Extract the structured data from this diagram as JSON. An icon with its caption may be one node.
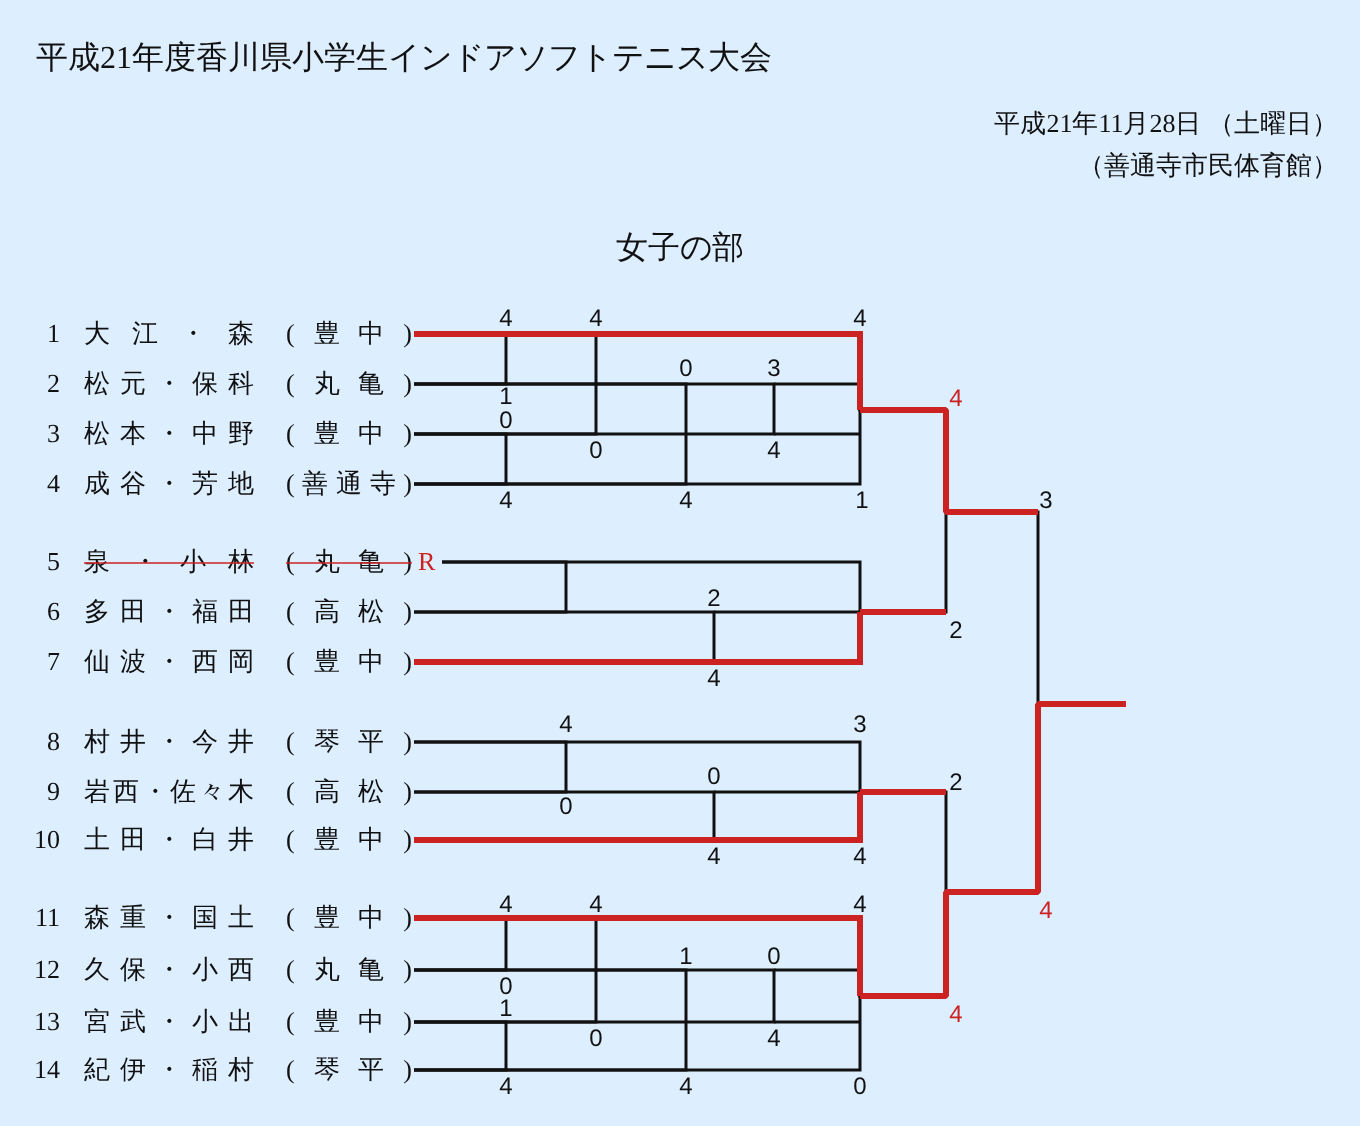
{
  "diagram": {
    "title": "平成21年度香川県小学生インドアソフトテニス大会",
    "nodes": [
      {
        "text": [
          "1",
          "大江・森",
          "(豊中)"
        ]
      },
      {
        "text": [
          "2",
          "松元・保科",
          "(丸亀)"
        ]
      },
      {
        "text": [
          "3",
          "松本・中野",
          "(豊中)"
        ]
      },
      {
        "text": [
          "4",
          "成谷・芳地",
          "(善通寺)"
        ]
      },
      {
        "text": [
          "5",
          "泉・小林",
          "(丸亀)"
        ],
        "beside": [
          "R"
        ]
      },
      {
        "text": [
          "6",
          "多田・福田",
          "(高松)"
        ]
      },
      {
        "text": [
          "7",
          "仙波・西岡",
          "(豊中)"
        ]
      },
      {
        "text": [
          "8",
          "村井・今井",
          "(琴平)"
        ]
      },
      {
        "text": [
          "9",
          "岩西・佐々木",
          "(高松)"
        ]
      },
      {
        "text": [
          "10",
          "土田・白井",
          "(豊中)"
        ]
      },
      {
        "text": [
          "11",
          "森重・国土",
          "(豊中)"
        ]
      },
      {
        "text": [
          "12",
          "久保・小西",
          "(丸亀)"
        ]
      },
      {
        "text": [
          "13",
          "宮武・小出",
          "(豊中)"
        ]
      },
      {
        "text": [
          "14",
          "紀伊・稲村",
          "(琴平)"
        ]
      }
    ],
    "edges": [
      {
        "from": 0,
        "to": 1,
        "arrow": "none"
      },
      {
        "from": 2,
        "to": 3,
        "arrow": "none"
      },
      {
        "from": 0,
        "to": 2,
        "arrow": "none"
      },
      {
        "from": 1,
        "to": 3,
        "arrow": "none"
      },
      {
        "from": 1,
        "to": 2,
        "arrow": "none"
      },
      {
        "from": 0,
        "to": 3,
        "arrow": "none"
      },
      {
        "from": 4,
        "to": 5,
        "arrow": "none"
      },
      {
        "from": 5,
        "to": 6,
        "arrow": "none"
      },
      {
        "from": 4,
        "to": 6,
        "arrow": "none"
      },
      {
        "from": 7,
        "to": 8,
        "arrow": "none"
      },
      {
        "from": 8,
        "to": 9,
        "arrow": "none"
      },
      {
        "from": 7,
        "to": 9,
        "arrow": "none"
      },
      {
        "from": 10,
        "to": 11,
        "arrow": "none"
      },
      {
        "from": 12,
        "to": 13,
        "arrow": "none"
      },
      {
        "from": 10,
        "to": 12,
        "arrow": "none"
      },
      {
        "from": 11,
        "to": 13,
        "arrow": "none"
      },
      {
        "from": 11,
        "to": 12,
        "arrow": "none"
      },
      {
        "from": 10,
        "to": 13,
        "arrow": "none"
      },
      {
        "from": 0,
        "to": 6,
        "arrow": "none"
      },
      {
        "from": 9,
        "to": 10,
        "arrow": "none"
      },
      {
        "from": 0,
        "to": 10,
        "arrow": "none"
      }
    ],
    "labels": [
      "平成21年11月28日 （土曜日）",
      "（善通寺市民体育館）",
      "女子の部",
      "4",
      "4",
      "4",
      "0",
      "3",
      "1",
      "4",
      "0",
      "0",
      "4",
      "4",
      "4",
      "1",
      "3",
      "2",
      "2",
      "4",
      "4",
      "3",
      "0",
      "2",
      "0",
      "4",
      "4",
      "4",
      "4",
      "4",
      "4",
      "1",
      "0",
      "0",
      "1",
      "4",
      "0",
      "4",
      "4",
      "4",
      "0"
    ]
  }
}
